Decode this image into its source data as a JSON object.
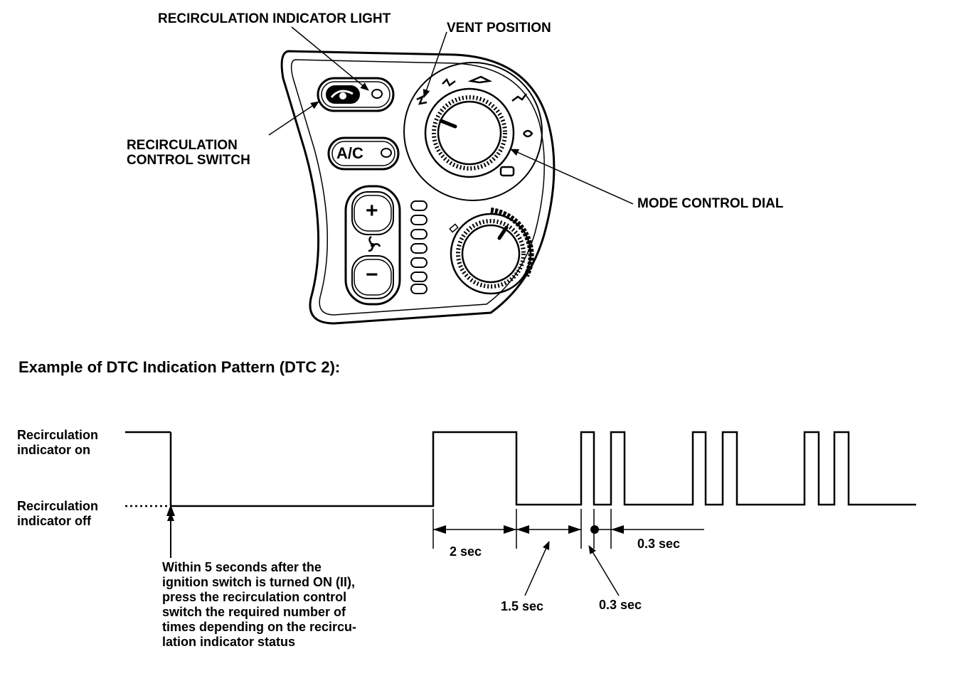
{
  "labels": {
    "recirc_light": "RECIRCULATION INDICATOR LIGHT",
    "vent_position": "VENT POSITION",
    "recirc_switch": [
      "RECIRCULATION",
      "CONTROL SWITCH"
    ],
    "mode_dial": "MODE CONTROL DIAL"
  },
  "panel": {
    "ac_label": "A/C",
    "fan_plus": "+",
    "fan_minus": "−"
  },
  "timing": {
    "heading": "Example of DTC Indication Pattern (DTC 2):",
    "state_on": [
      "Recirculation",
      "indicator on"
    ],
    "state_off": [
      "Recirculation",
      "indicator off"
    ],
    "note": [
      "Within 5 seconds after the",
      "ignition switch is turned ON (II),",
      "press the recirculation control",
      "switch the required number of",
      "times depending on the recircu-",
      "lation indicator status"
    ],
    "durations": {
      "long_on": "2 sec",
      "gap": "1.5 sec",
      "short_on": "0.3 sec",
      "short_off": "0.3 sec"
    }
  }
}
